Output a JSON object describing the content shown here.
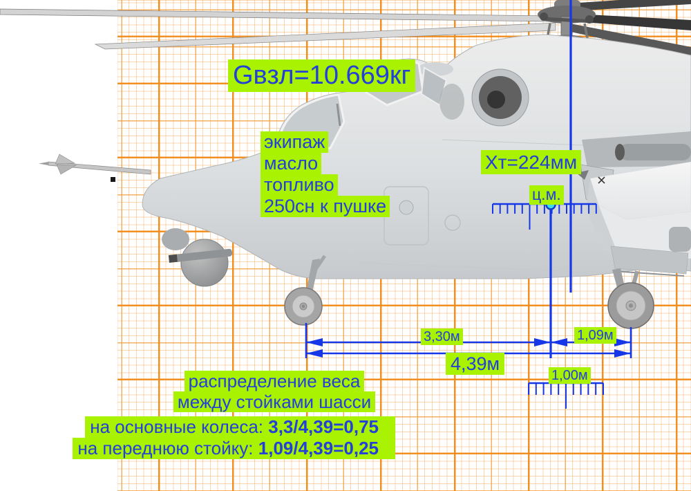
{
  "colors": {
    "highlight_green": "#a9f201",
    "text_blue": "#2340d9",
    "dimension_blue": "#1537e8",
    "grid_orange": "#f28c1a",
    "cm_dot_cyan": "#3edde6",
    "helicopter_grey": "#d9dcde"
  },
  "annotations": {
    "takeoff_weight": "Gвзл=10.669кг",
    "load_items": [
      "экипаж",
      "масло",
      "топливо",
      "250сн к пушке"
    ],
    "xt_offset": "Хт=224мм",
    "center_of_mass": "ц.м.",
    "dim_main_wheels": "3,30м",
    "dim_nose_wheel": "1,09м",
    "dim_total_base": "4,39м",
    "scale_ruler": "1,00м",
    "distribution_title_line1": "распределение веса",
    "distribution_title_line2": "между стойками шасси",
    "main_wheels_label": "на основные колеса:",
    "main_wheels_value": "3,3/4,39=0,75",
    "nose_strut_label": "на переднюю стойку:",
    "nose_strut_value": "1,09/4,39=0,25"
  }
}
